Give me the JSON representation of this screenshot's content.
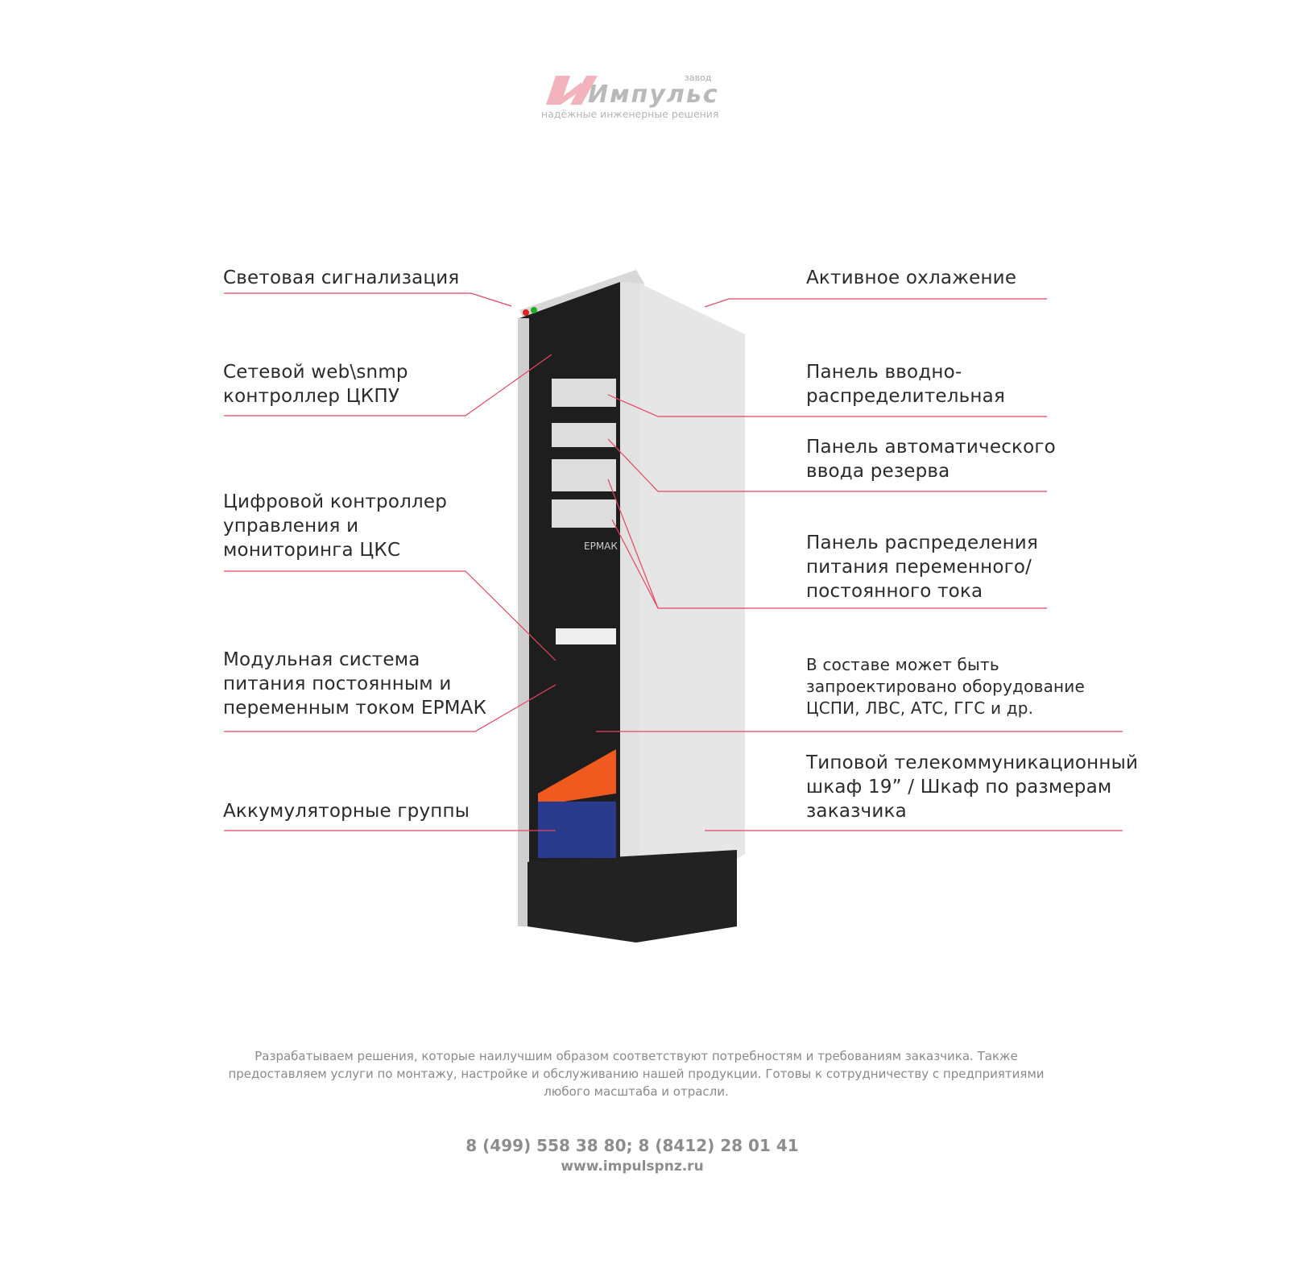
{
  "logo": {
    "factory": "завод",
    "name": "Импульс",
    "tagline": "надёжные инженерные решения",
    "accent": "#f2b3bd"
  },
  "accent_line_color": "#e8445f",
  "labels_left": [
    {
      "text": "Световая сигнализация"
    },
    {
      "text": "Сетевой web\\snmp\nконтроллер ЦКПУ"
    },
    {
      "text": "Цифровой контроллер\nуправления и\nмониторинга ЦКС"
    },
    {
      "text": "Модульная система\nпитания постоянным и\nпеременным током ЕРМАК"
    },
    {
      "text": "Аккумуляторные группы"
    }
  ],
  "labels_right": [
    {
      "text": "Активное охлажение"
    },
    {
      "text": "Панель вводно-\nраспределительная"
    },
    {
      "text": "Панель автоматического\nввода резерва"
    },
    {
      "text": "Панель распределения\nпитания переменного/\nпостоянного тока"
    },
    {
      "text": "В составе может быть\nзапроектировано оборудование\nЦСПИ, ЛВС, АТС, ГГС и др."
    },
    {
      "text": "Типовой телекоммуникационный\nшкаф 19” / Шкаф по размерам\nзаказчика"
    }
  ],
  "cabinet_brand": "ЕРМАК",
  "footer": {
    "description": "Разрабатываем решения, которые наилучшим образом соответствуют потребностям и требованиям заказчика. Также предоставляем услуги по монтажу, настройке и обслуживанию нашей продукции. Готовы к сотрудничеству с предприятиями любого масштаба и отрасли.",
    "phones": "8 (499) 558 38 80; 8 (8412) 28 01 41",
    "website": "www.impulspnz.ru"
  }
}
